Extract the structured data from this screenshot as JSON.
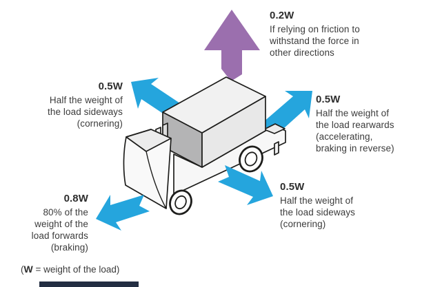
{
  "figure": {
    "subject": "box-truck-isometric-illustration",
    "description_icons": [
      "up-arrow",
      "up-left-arrow",
      "up-right-arrow",
      "down-right-arrow",
      "down-left-arrow"
    ]
  },
  "colors": {
    "arrow_blue": "#25a5dd",
    "arrow_purple": "#9b6fae",
    "text": "#3b3b3b",
    "truck_outline": "#1d1d1b",
    "artifact_navy": "#232e42"
  },
  "labels": {
    "up": {
      "value": "0.2W",
      "lines": [
        "If relying on friction to",
        "withstand the force in",
        "other directions"
      ]
    },
    "left": {
      "value": "0.5W",
      "lines": [
        "Half the weight of",
        "the load sideways",
        "(cornering)"
      ]
    },
    "right": {
      "value": "0.5W",
      "lines": [
        "Half the weight of",
        "the load rearwards",
        "(accelerating,",
        "braking in reverse)"
      ]
    },
    "bottom_right": {
      "value": "0.5W",
      "lines": [
        "Half the weight of",
        "the load sideways",
        "(cornering)"
      ]
    },
    "bottom_left": {
      "value": "0.8W",
      "lines": [
        "80% of the",
        "weight of the",
        "load forwards",
        "(braking)"
      ]
    }
  },
  "footnote": {
    "prefix": "(",
    "symbol": "W",
    "rest": " = weight of the load)"
  }
}
